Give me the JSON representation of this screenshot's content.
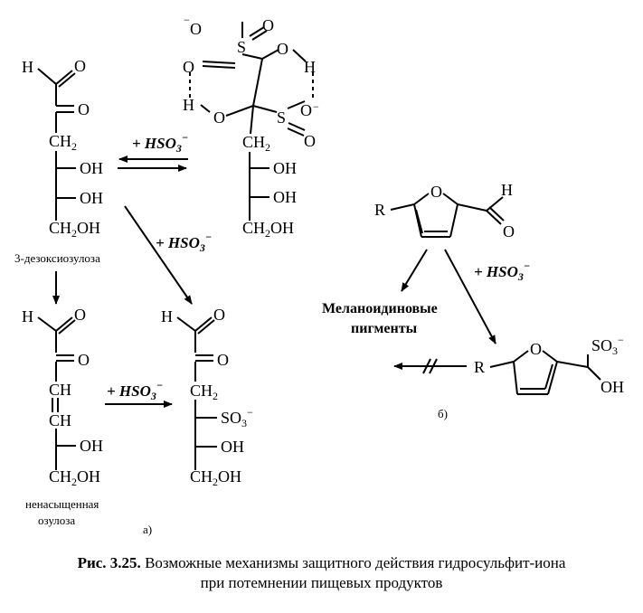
{
  "figure": {
    "caption_label": "Рис. 3.25.",
    "caption_line1": "Возможные механизмы защитного действия гидросульфит-иона",
    "caption_line2": "при потемнении пищевых продуктов",
    "panel_a": "а)",
    "panel_b": "б)"
  },
  "compounds": {
    "deoxyosulose": "3-дезоксиозулоза",
    "unsaturated_1": "ненасыщенная",
    "unsaturated_2": "озулоза",
    "pigments_1": "Меланоидиновые",
    "pigments_2": "пигменты"
  },
  "reagent": {
    "hso3": "+ HSO",
    "sub3": "3",
    "minus": "−"
  },
  "atoms": {
    "H": "H",
    "O": "O",
    "OH": "OH",
    "CH": "CH",
    "CH2": "CH",
    "CH2OH_a": "CH",
    "CH2OH_b": "OH",
    "S": "S",
    "R": "R",
    "SO3": "SO",
    "two": "2",
    "three": "3",
    "minus": "−"
  }
}
